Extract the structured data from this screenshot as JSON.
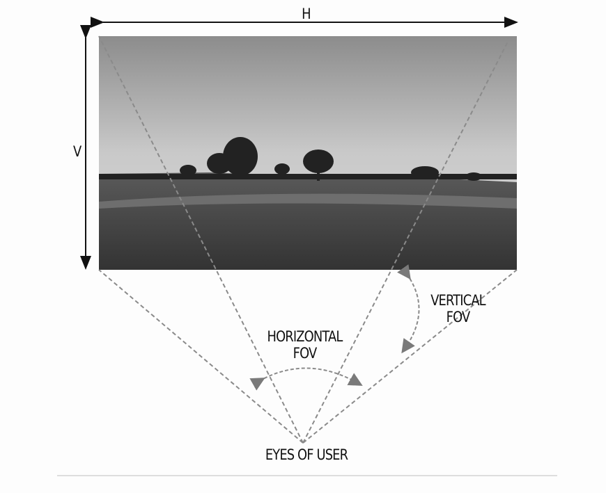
{
  "labels": {
    "h": "H",
    "v": "V",
    "horizontal_fov": [
      "HORIZONTAL",
      "FOV"
    ],
    "vertical_fov": [
      "VERTICAL",
      "FOV"
    ],
    "eyes": "EYES OF USER"
  },
  "colors": {
    "line": "#111111",
    "dash": "#8a8a8a",
    "arrow": "#7a7a7a"
  }
}
